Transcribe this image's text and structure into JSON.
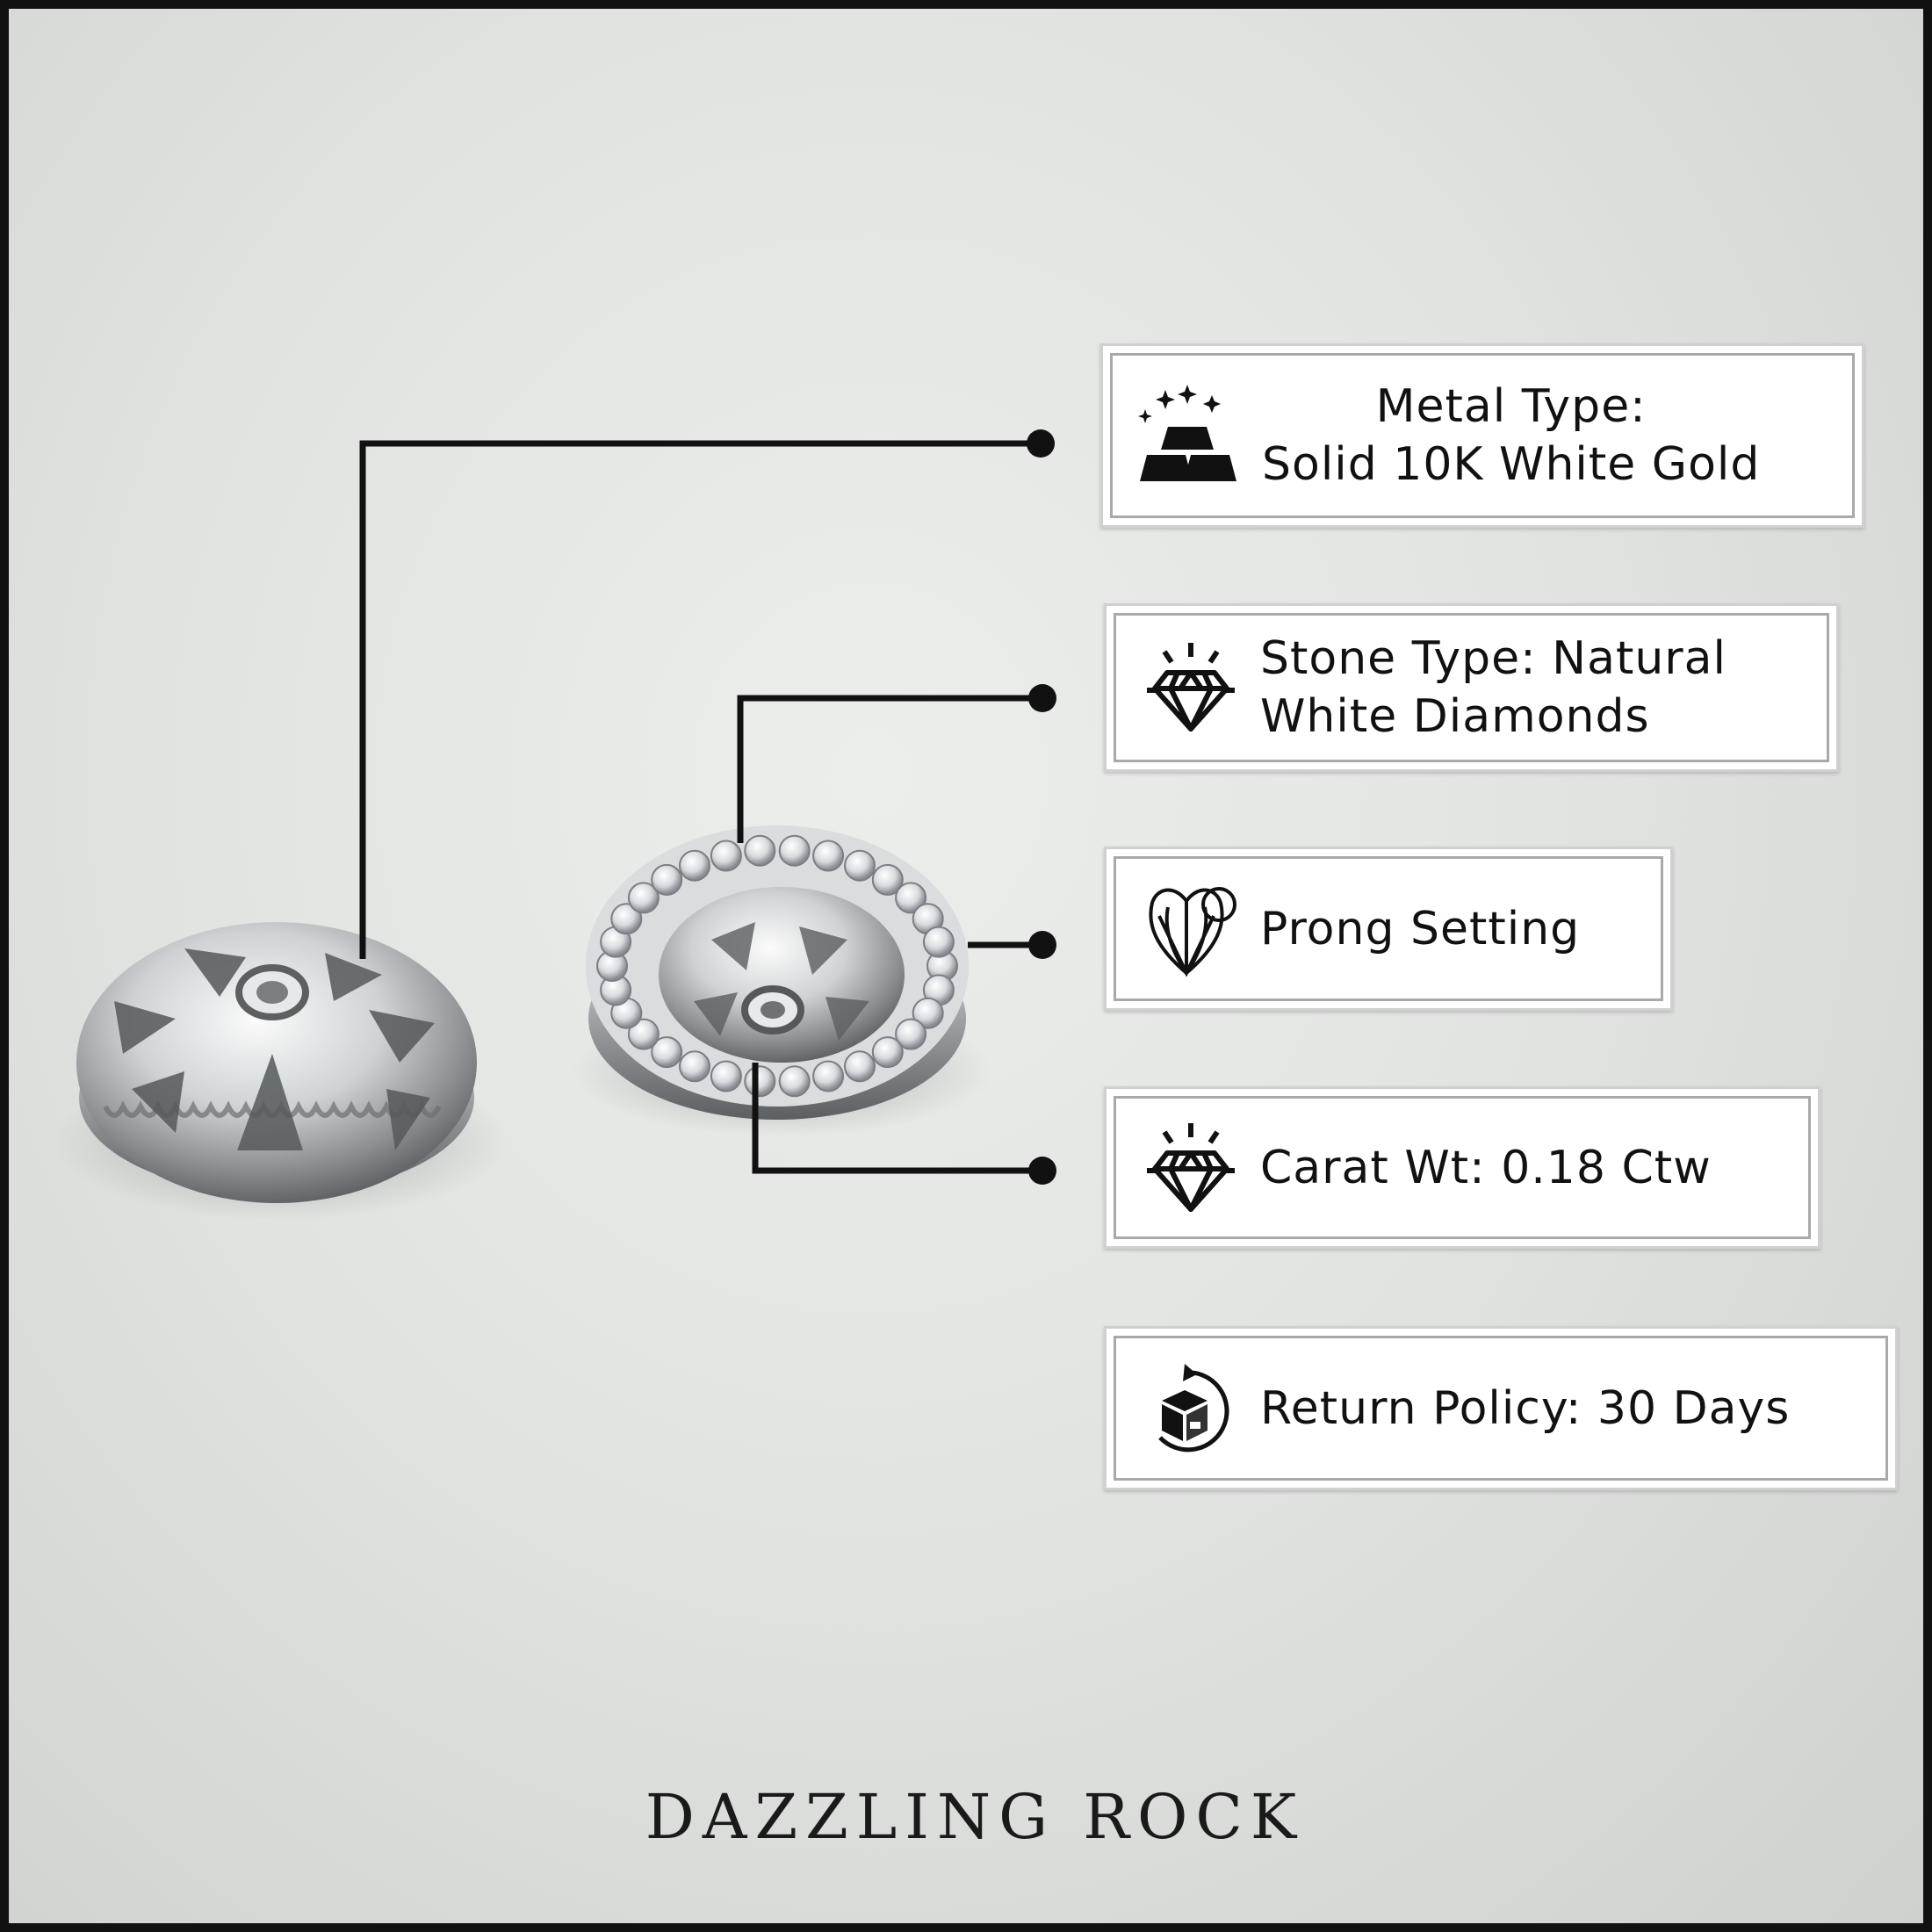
{
  "cards": [
    {
      "id": "metal",
      "icon": "gold-bars-icon",
      "lines": [
        "Metal Type:",
        "Solid 10K White Gold"
      ]
    },
    {
      "id": "stone",
      "icon": "diamond-icon",
      "lines": [
        "Stone Type: Natural",
        "White Diamonds"
      ]
    },
    {
      "id": "setting",
      "icon": "prong-setting-icon",
      "lines": [
        "Prong Setting"
      ]
    },
    {
      "id": "carat",
      "icon": "diamond-icon",
      "lines": [
        "Carat Wt: 0.18 Ctw"
      ]
    },
    {
      "id": "return",
      "icon": "return-box-icon",
      "lines": [
        "Return Policy: 30 Days"
      ]
    }
  ],
  "brand": "DAZZLING ROCK",
  "colors": {
    "frame": "#111111",
    "line": "#111111",
    "background": "#e2e4e2",
    "card": "#ffffff"
  }
}
